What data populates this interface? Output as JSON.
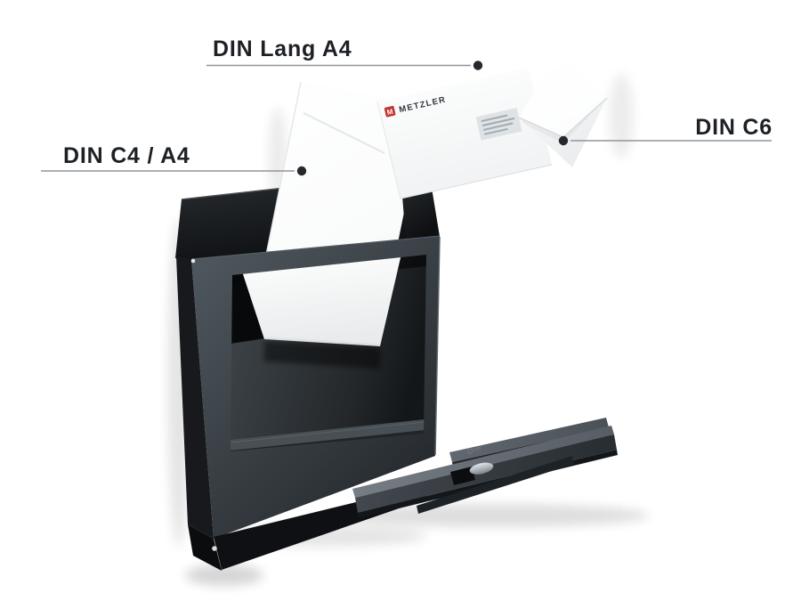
{
  "annotations": {
    "din_lang": {
      "label": "DIN Lang A4"
    },
    "din_c4": {
      "label": "DIN C4 / A4"
    },
    "din_c6": {
      "label": "DIN C6"
    }
  },
  "brand": {
    "name": "METZLER",
    "logo_letter": "M"
  },
  "colors": {
    "label_text": "#1d2125",
    "leader_line": "#8f959a",
    "leader_dot": "#25282c",
    "brand_red": "#c2362f",
    "anthracite_dark": "#17191c",
    "anthracite_face": "#454d53",
    "flap_gray": "#6c737a",
    "latch_silver": "#c9cfd4",
    "envelope_white": "#ffffff"
  }
}
